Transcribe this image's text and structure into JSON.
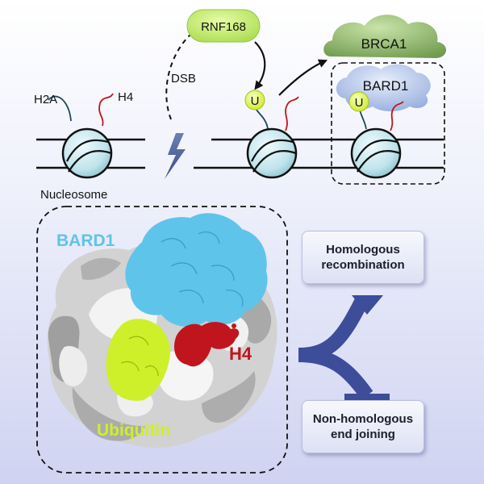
{
  "labels": {
    "rnf168": "RNF168",
    "brca1": "BRCA1",
    "bard1_top": "BARD1",
    "dsb": "DSB",
    "h2a": "H2A",
    "h4_top": "H4",
    "nucleosome": "Nucleosome",
    "ub": "U",
    "bard1_struct": "BARD1",
    "h4_struct": "H4",
    "ubiquitin": "Ubiquitin"
  },
  "outcomes": {
    "hr": "Homologous\nrecombination",
    "nhej": "Non-homologous\nend joining"
  },
  "colors": {
    "rnf168": "#c6ef73",
    "brca1": "#8fb56a",
    "bard1_cloud": "#9fb6e4",
    "nucleosome": "#c4e7ee",
    "ubiquitin_bead": "#e5f75a",
    "bard1_struct": "#5fc4ea",
    "ubiquitin_struct": "#cdf02a",
    "h4_struct": "#c0151d",
    "arrow_blue": "#3d4d99"
  }
}
